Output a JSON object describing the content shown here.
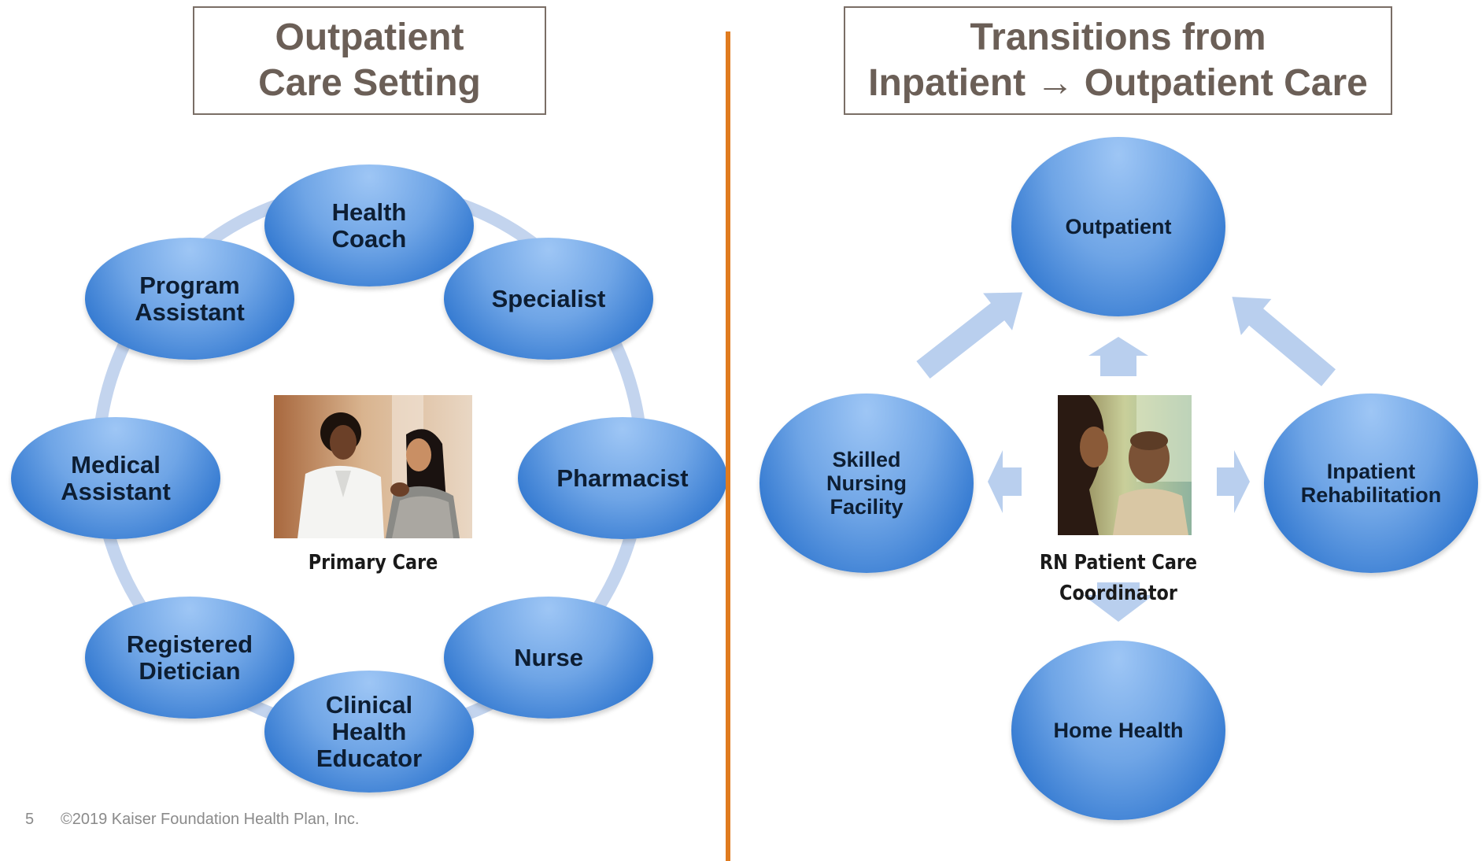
{
  "left_panel": {
    "title_lines": [
      "Outpatient",
      "Care Setting"
    ],
    "center_caption": "Primary Care",
    "nodes": [
      {
        "label": "Health\nCoach"
      },
      {
        "label": "Specialist"
      },
      {
        "label": "Pharmacist"
      },
      {
        "label": "Nurse"
      },
      {
        "label": "Clinical\nHealth\nEducator"
      },
      {
        "label": "Registered\nDietician"
      },
      {
        "label": "Medical\nAssistant"
      },
      {
        "label": "Program\nAssistant"
      }
    ]
  },
  "right_panel": {
    "title_lines": [
      "Transitions from",
      "Inpatient → Outpatient Care"
    ],
    "center_caption_lines": [
      "RN Patient Care",
      "Coordinator"
    ],
    "nodes": [
      {
        "label": "Outpatient"
      },
      {
        "label": "Skilled\nNursing\nFacility"
      },
      {
        "label": "Inpatient\nRehabilitation"
      },
      {
        "label": "Home Health"
      }
    ]
  },
  "footer": {
    "page_number": "5",
    "copyright": "©2019 Kaiser Foundation Health Plan, Inc."
  },
  "colors": {
    "node_fill": "#4a8edc",
    "divider": "#e07b1f",
    "arrow": "#b9cfee",
    "ring": "#c3d4ee",
    "title_text": "#6b5f57"
  }
}
